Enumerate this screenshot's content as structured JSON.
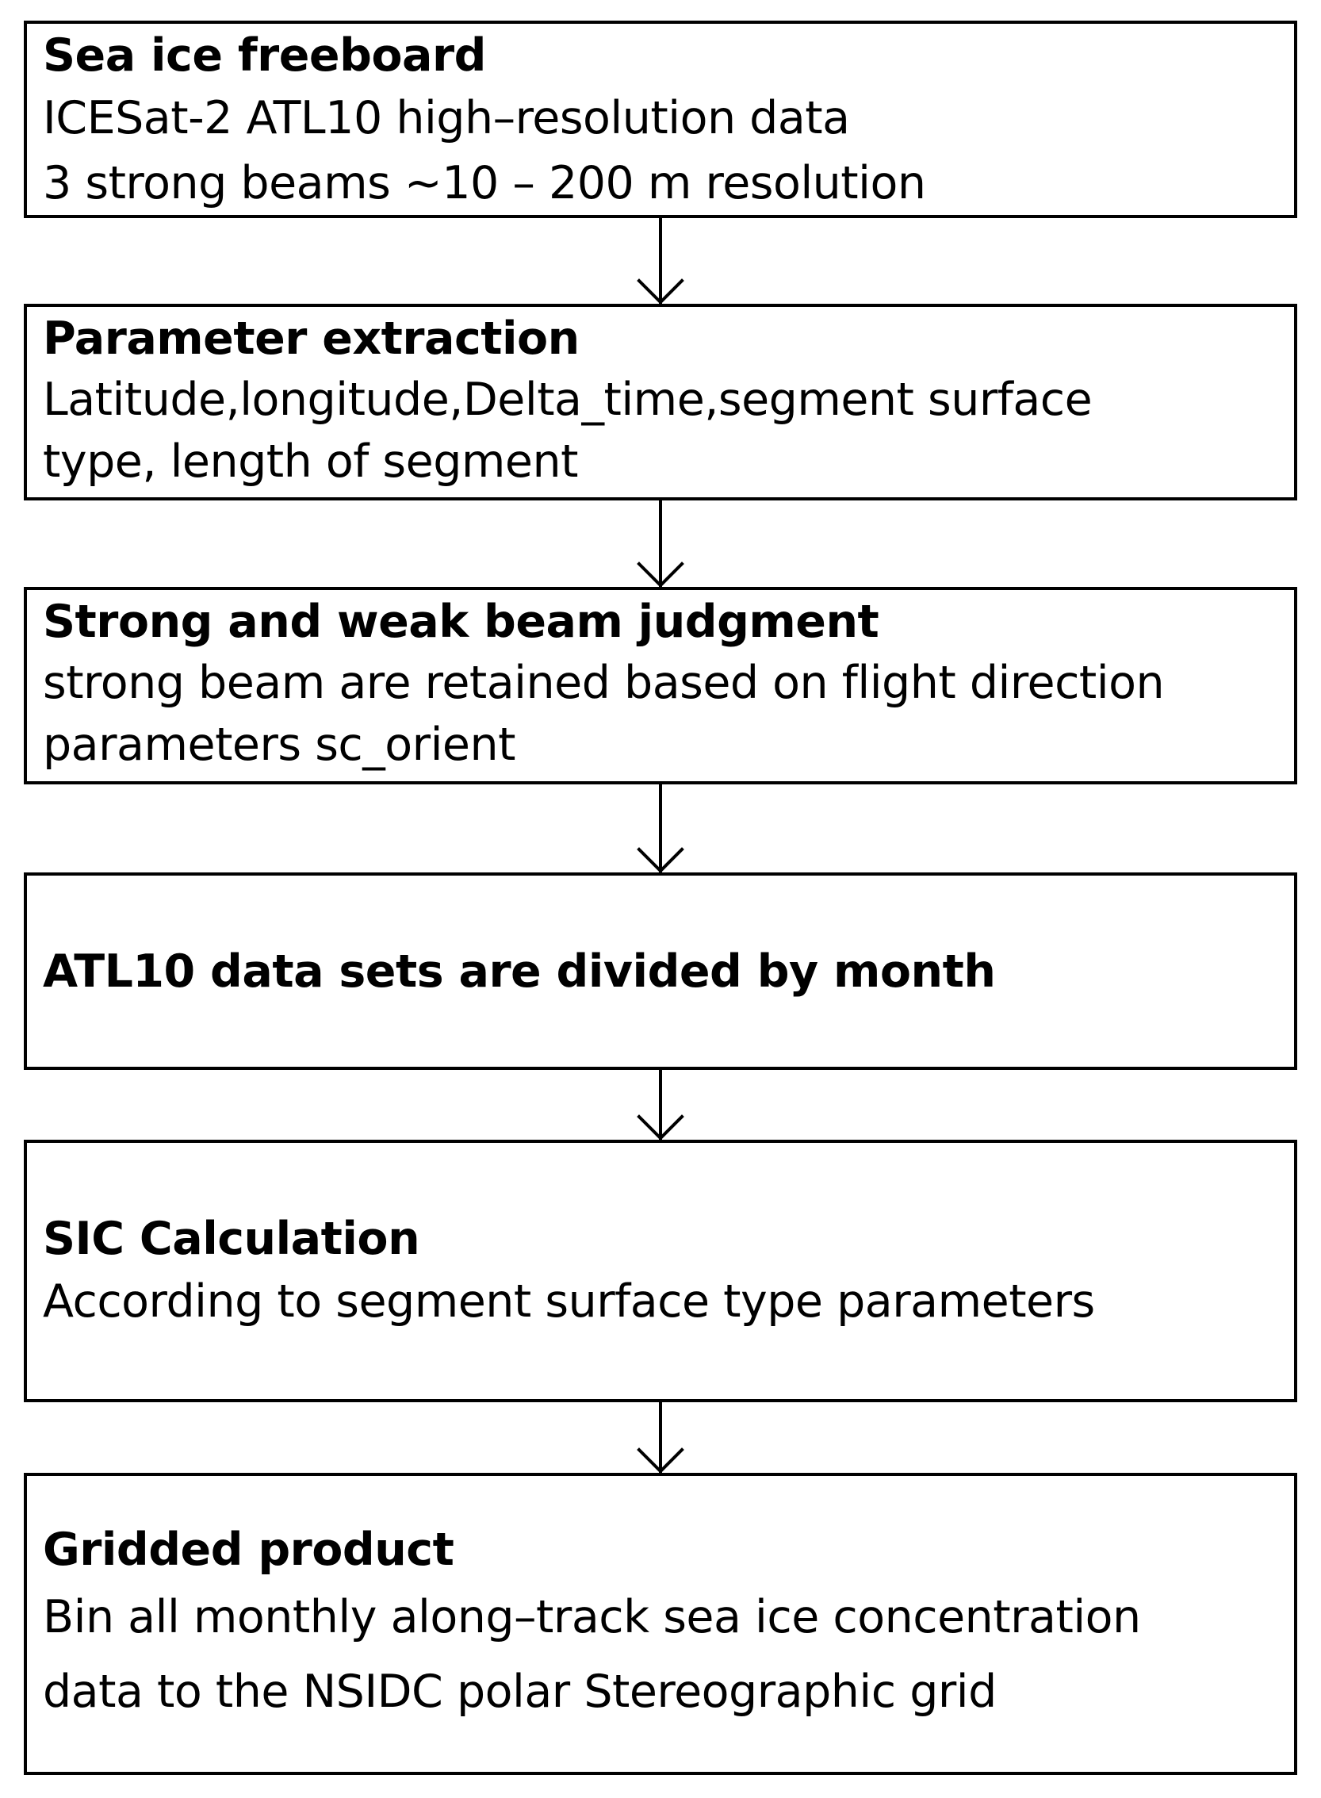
{
  "steps": [
    {
      "title": "Sea ice freeboard",
      "lines": [
        "ICESat-2 ATL10 high–resolution data",
        "3 strong beams ~10 – 200 m resolution"
      ]
    },
    {
      "title": "Parameter extraction",
      "lines": [
        "Latitude,longitude,Delta_time,segment surface",
        "type, length of segment"
      ]
    },
    {
      "title": "Strong and weak beam judgment",
      "lines": [
        "strong beam are retained based on flight direction",
        "parameters sc_orient"
      ]
    },
    {
      "title": "ATL10 data sets are divided by month",
      "lines": []
    },
    {
      "title": "SIC Calculation",
      "lines": [
        "According to segment surface type parameters"
      ]
    },
    {
      "title": "Gridded product",
      "lines": [
        "Bin all monthly along–track sea ice concentration",
        "data to the NSIDC polar Stereographic grid"
      ]
    }
  ]
}
